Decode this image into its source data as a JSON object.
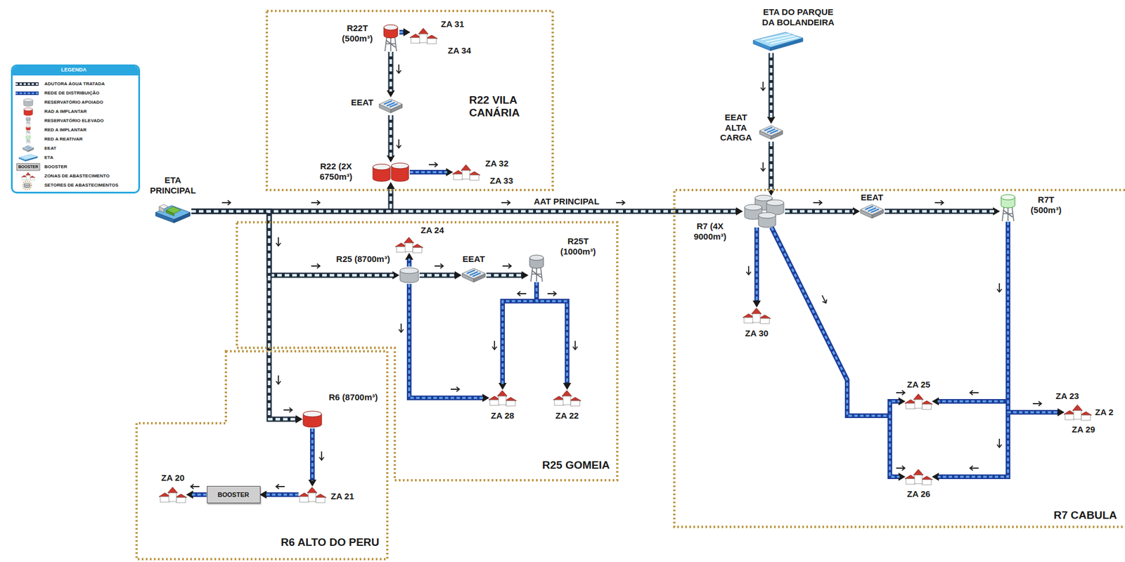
{
  "diagram": {
    "nodes": [
      {
        "text": [
          "R22 VILA CANÁRIA"
        ]
      },
      {
        "text": [
          "R22T (500m³)"
        ],
        "in": 0
      },
      {
        "text": [
          "ZA 31",
          "ZA 34"
        ],
        "in": 0
      },
      {
        "text": [
          "EEAT"
        ],
        "in": 0
      },
      {
        "text": [
          "R22 (2X 6750m³)"
        ],
        "in": 0
      },
      {
        "text": [
          "ZA 32",
          "ZA 33"
        ],
        "in": 0
      },
      {
        "text": [
          "ETA PRINCIPAL"
        ]
      },
      {
        "text": [
          "R25 GOMEIA"
        ]
      },
      {
        "text": [
          "ZA 24"
        ],
        "in": 7
      },
      {
        "text": [
          "R25 (8700m³)"
        ],
        "in": 7
      },
      {
        "text": [
          "EEAT"
        ],
        "in": 7
      },
      {
        "text": [
          "R25T (1000m³)"
        ],
        "in": 7
      },
      {
        "text": [
          "ZA 28"
        ],
        "in": 7
      },
      {
        "text": [
          "ZA 22"
        ],
        "in": 7
      },
      {
        "text": [
          "R6 ALTO DO PERU"
        ]
      },
      {
        "text": [
          "R6 (8700m³)"
        ],
        "in": 14
      },
      {
        "text": [
          "ZA 20"
        ],
        "in": 14
      },
      {
        "text": [
          "BOOSTER"
        ],
        "in": 14
      },
      {
        "text": [
          "ZA 21"
        ],
        "in": 14
      },
      {
        "text": [
          "ETA DO PARQUE DA BOLANDEIRA"
        ]
      },
      {
        "text": [
          "EEAT ALTA CARGA"
        ]
      },
      {
        "text": [
          "R7 CABULA"
        ]
      },
      {
        "text": [
          "R7 (4X 9000m³)"
        ],
        "in": 21
      },
      {
        "text": [
          "EEAT"
        ],
        "in": 21
      },
      {
        "text": [
          "R7T (500m³)"
        ],
        "in": 21
      },
      {
        "text": [
          "ZA 30"
        ],
        "in": 21
      },
      {
        "text": [
          "ZA 25"
        ],
        "in": 21
      },
      {
        "text": [
          "ZA 26"
        ],
        "in": 21
      },
      {
        "text": [
          "ZA 23",
          "ZA 2",
          "ZA 29"
        ],
        "in": 21
      }
    ],
    "edges": [
      {
        "from": 6,
        "to": 4,
        "arrow": "to"
      },
      {
        "from": 6,
        "to": 22,
        "arrow": "to",
        "label": "AAT PRINCIPAL"
      },
      {
        "from": 6,
        "to": 9,
        "arrow": "to"
      },
      {
        "from": 6,
        "to": 15,
        "arrow": "to"
      },
      {
        "from": 1,
        "to": 3,
        "arrow": "to"
      },
      {
        "from": 3,
        "to": 4,
        "arrow": "to"
      },
      {
        "from": 1,
        "to": 2,
        "arrow": "to"
      },
      {
        "from": 4,
        "to": 5,
        "arrow": "to"
      },
      {
        "from": 9,
        "to": 8,
        "arrow": "to"
      },
      {
        "from": 9,
        "to": 10,
        "arrow": "to"
      },
      {
        "from": 10,
        "to": 11,
        "arrow": "to"
      },
      {
        "from": 9,
        "to": 12,
        "arrow": "to"
      },
      {
        "from": 11,
        "to": 12,
        "arrow": "to"
      },
      {
        "from": 11,
        "to": 13,
        "arrow": "to"
      },
      {
        "from": 15,
        "to": 18,
        "arrow": "to"
      },
      {
        "from": 18,
        "to": 17,
        "arrow": "to"
      },
      {
        "from": 17,
        "to": 16,
        "arrow": "to"
      },
      {
        "from": 19,
        "to": 20,
        "arrow": "to"
      },
      {
        "from": 20,
        "to": 22,
        "arrow": "to"
      },
      {
        "from": 22,
        "to": 23,
        "arrow": "to"
      },
      {
        "from": 23,
        "to": 24,
        "arrow": "to"
      },
      {
        "from": 22,
        "to": 25,
        "arrow": "to"
      },
      {
        "from": 22,
        "to": 26,
        "arrow": "to"
      },
      {
        "from": 22,
        "to": 27,
        "arrow": "to"
      },
      {
        "from": 24,
        "to": 26,
        "arrow": "to"
      },
      {
        "from": 24,
        "to": 27,
        "arrow": "to"
      },
      {
        "from": 24,
        "to": 28,
        "arrow": "to"
      }
    ],
    "labels": [
      "LEGENDA",
      "BOOSTER"
    ],
    "legend": [
      {
        "text": "ADUTORA ÁGUA TRATADA"
      },
      {
        "text": "REDE DE DISTRIBUIÇÃO"
      },
      {
        "text": "RESERVATÓRIO APOIADO"
      },
      {
        "text": "RAD A IMPLANTAR"
      },
      {
        "text": "RESERVATÓRIO ELEVADO"
      },
      {
        "text": "RED A IMPLANTAR"
      },
      {
        "text": "RED A REATIVAR"
      },
      {
        "text": "EEAT"
      },
      {
        "text": "ETA"
      },
      {
        "text": "BOOSTER"
      },
      {
        "text": "ZONAS DE ABASTECIMENTO"
      },
      {
        "text": "SETORES DE ABASTECIMENTOS"
      }
    ]
  }
}
